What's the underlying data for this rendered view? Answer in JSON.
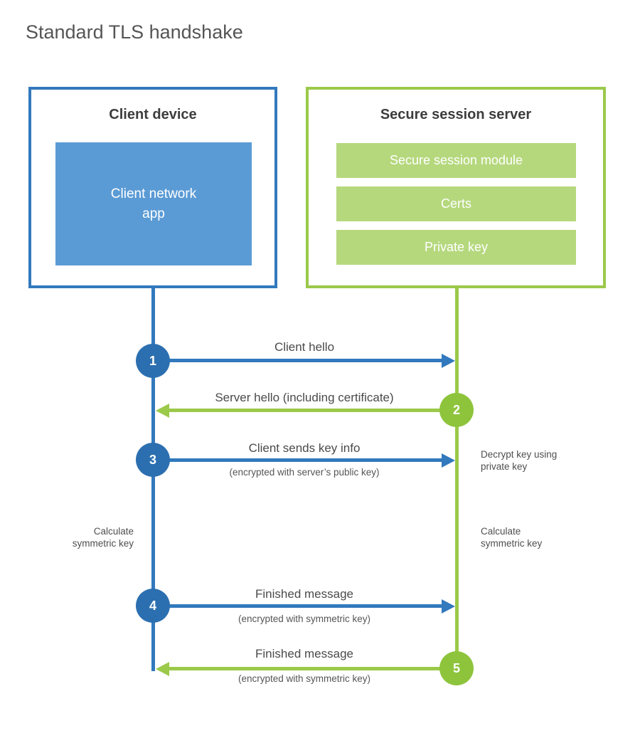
{
  "title": "Standard TLS handshake",
  "colors": {
    "blue_border": "#3279bd",
    "blue_circle": "#2c6fb0",
    "blue_fill": "#5b9bd5",
    "green_border": "#9bc94a",
    "green_circle": "#8ec43c",
    "green_fill": "#b5d87d",
    "text_dark": "#3d3d3d",
    "text_label": "#4a4a4a"
  },
  "client_box": {
    "header": "Client device",
    "app_label": "Client network\napp"
  },
  "server_box": {
    "header": "Secure session server",
    "modules": [
      "Secure session module",
      "Certs",
      "Private key"
    ]
  },
  "steps": [
    {
      "num": "1",
      "direction": "right",
      "label": "Client hello",
      "sublabel": ""
    },
    {
      "num": "2",
      "direction": "left",
      "label": "Server hello (including certificate)",
      "sublabel": ""
    },
    {
      "num": "3",
      "direction": "right",
      "label": "Client sends key info",
      "sublabel": "(encrypted with server’s public key)"
    },
    {
      "num": "4",
      "direction": "right",
      "label": "Finished message",
      "sublabel": "(encrypted with symmetric key)"
    },
    {
      "num": "5",
      "direction": "left",
      "label": "Finished message",
      "sublabel": "(encrypted with symmetric key)"
    }
  ],
  "annotations": {
    "decrypt_note": "Decrypt key using\nprivate key",
    "calc_left": "Calculate\nsymmetric key",
    "calc_right": "Calculate\nsymmetric key"
  }
}
